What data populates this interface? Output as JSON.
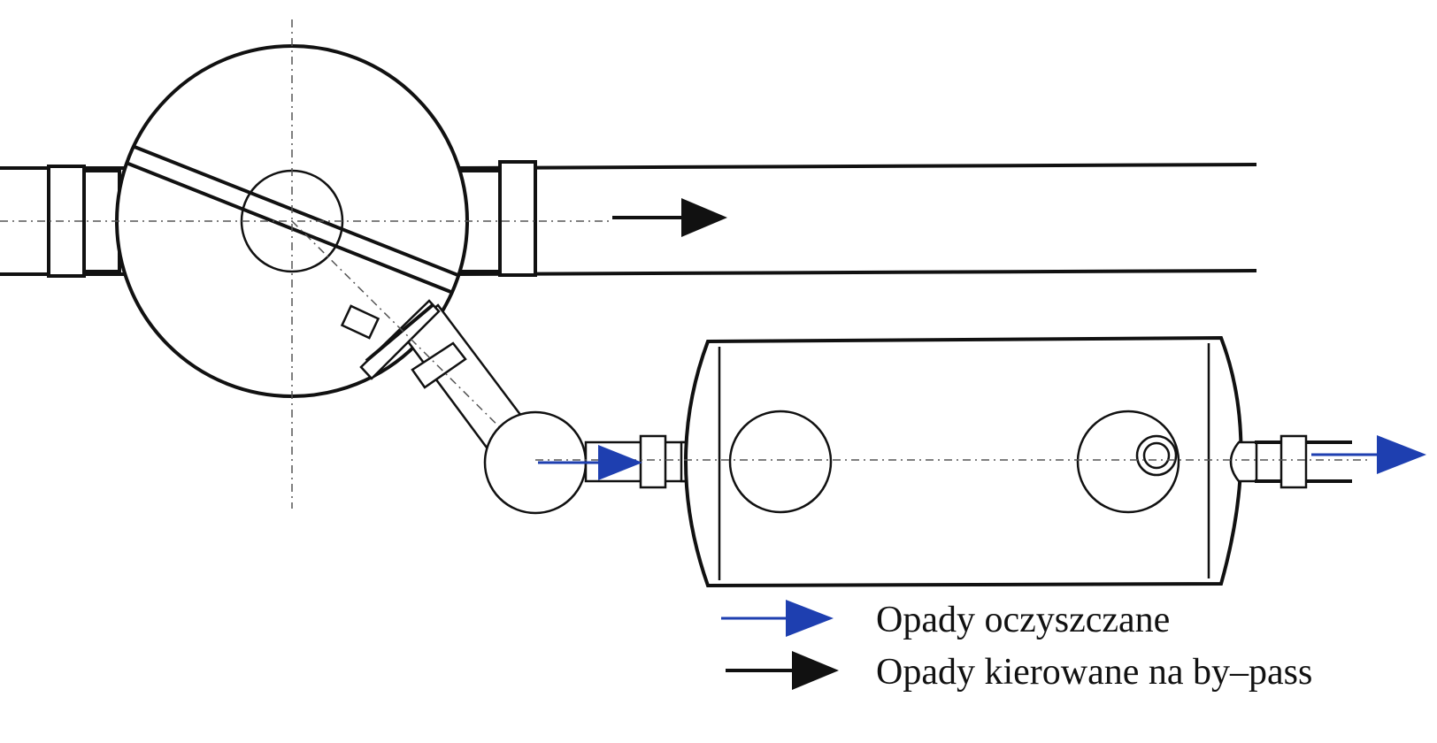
{
  "legend": {
    "items": [
      {
        "label": "Opady oczyszczane",
        "color": "#1e3fb0"
      },
      {
        "label": "Opady kierowane na by–pass",
        "color": "#111111"
      }
    ]
  },
  "colors": {
    "treated_flow": "#1e3fb0",
    "bypass_flow": "#111111",
    "line": "#111111",
    "axis": "#555555"
  },
  "icons": {
    "treated_arrow": "right-arrow-blue",
    "bypass_arrow": "right-arrow-black"
  }
}
